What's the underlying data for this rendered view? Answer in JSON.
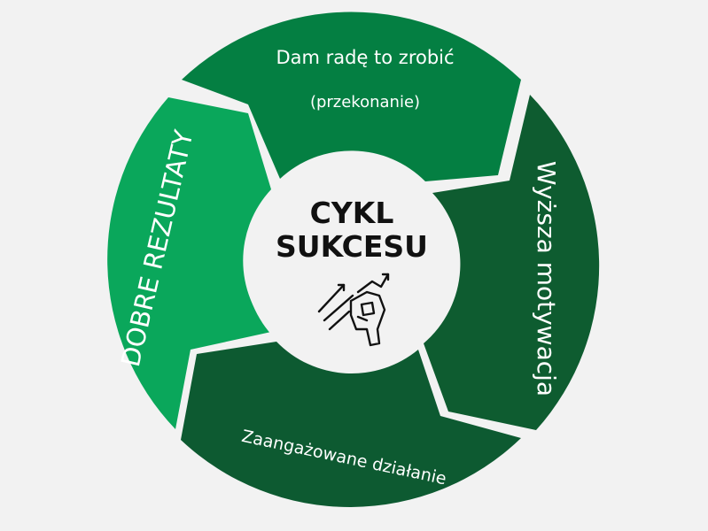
{
  "background_color": "#f2f2f2",
  "center": {
    "title_line1": "CYKL",
    "title_line2": "SUKCESU",
    "icon": "hand-climbing-arrows-icon"
  },
  "segments": [
    {
      "id": "top",
      "line1": "Dam radę to zrobić",
      "line2": "(przekonanie)",
      "color": "#047f42"
    },
    {
      "id": "right",
      "text": "Wyższa motywacja",
      "color": "#0e5c30"
    },
    {
      "id": "bottom",
      "text": "Zaangażowane działanie",
      "color": "#0d5a31"
    },
    {
      "id": "left",
      "text": "DOBRE REZULTATY",
      "color": "#0aa75b"
    }
  ]
}
